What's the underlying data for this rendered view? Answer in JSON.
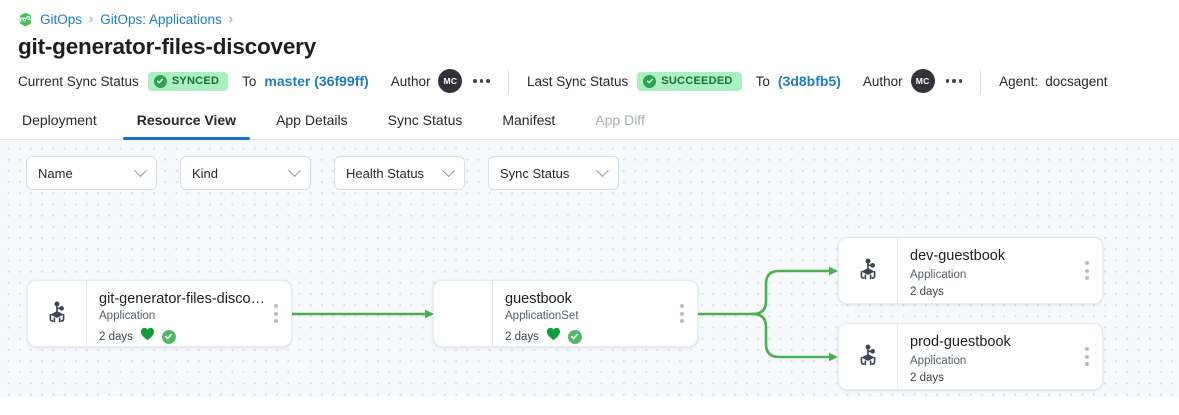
{
  "breadcrumb": {
    "logo_icon": "gitops-infinity-icon",
    "items": [
      {
        "label": "GitOps"
      },
      {
        "label": "GitOps: Applications"
      }
    ],
    "separator": "›"
  },
  "page_title": "git-generator-files-discovery",
  "status_bar": {
    "current": {
      "label": "Current Sync Status",
      "badge": "SYNCED",
      "to_word": "To",
      "revision": "master (36f99ff)",
      "author_label": "Author",
      "author_initials": "MC",
      "more_icon": "more-horizontal-icon"
    },
    "last": {
      "label": "Last Sync Status",
      "badge": "SUCCEEDED",
      "to_word": "To",
      "revision": "(3d8bfb5)",
      "author_label": "Author",
      "author_initials": "MC",
      "more_icon": "more-horizontal-icon"
    },
    "agent_label": "Agent:",
    "agent_value": "docsagent"
  },
  "tabs": [
    {
      "label": "Deployment",
      "active": false,
      "disabled": false
    },
    {
      "label": "Resource View",
      "active": true,
      "disabled": false
    },
    {
      "label": "App Details",
      "active": false,
      "disabled": false
    },
    {
      "label": "Sync Status",
      "active": false,
      "disabled": false
    },
    {
      "label": "Manifest",
      "active": false,
      "disabled": false
    },
    {
      "label": "App Diff",
      "active": false,
      "disabled": true
    }
  ],
  "filters": [
    {
      "label": "Name"
    },
    {
      "label": "Kind"
    },
    {
      "label": "Health Status"
    },
    {
      "label": "Sync Status"
    }
  ],
  "graph": {
    "nodes": [
      {
        "id": "root",
        "title": "git-generator-files-disco…",
        "kind": "Application",
        "age": "2 days",
        "icon": "argo-octopus-icon",
        "has_icon": true,
        "health": true,
        "sync": true,
        "kebab_icon": "more-vertical-icon"
      },
      {
        "id": "appset",
        "title": "guestbook",
        "kind": "ApplicationSet",
        "age": "2 days",
        "icon": "",
        "has_icon": false,
        "health": true,
        "sync": true,
        "kebab_icon": "more-vertical-icon"
      },
      {
        "id": "dev",
        "title": "dev-guestbook",
        "kind": "Application",
        "age": "2 days",
        "icon": "argo-octopus-icon",
        "has_icon": true,
        "health": false,
        "sync": false,
        "kebab_icon": "more-vertical-icon"
      },
      {
        "id": "prod",
        "title": "prod-guestbook",
        "kind": "Application",
        "age": "2 days",
        "icon": "argo-octopus-icon",
        "has_icon": true,
        "health": false,
        "sync": false,
        "kebab_icon": "more-vertical-icon"
      }
    ]
  },
  "colors": {
    "link": "#1d7ec4",
    "badge_bg": "#aaf0c0",
    "badge_text": "#1a6e38",
    "edge": "#4caf50",
    "health_heart": "#0f9d3a",
    "sync_circle": "#55b868",
    "canvas_bg": "#f7fafd",
    "tab_underline": "#1a73c4"
  }
}
